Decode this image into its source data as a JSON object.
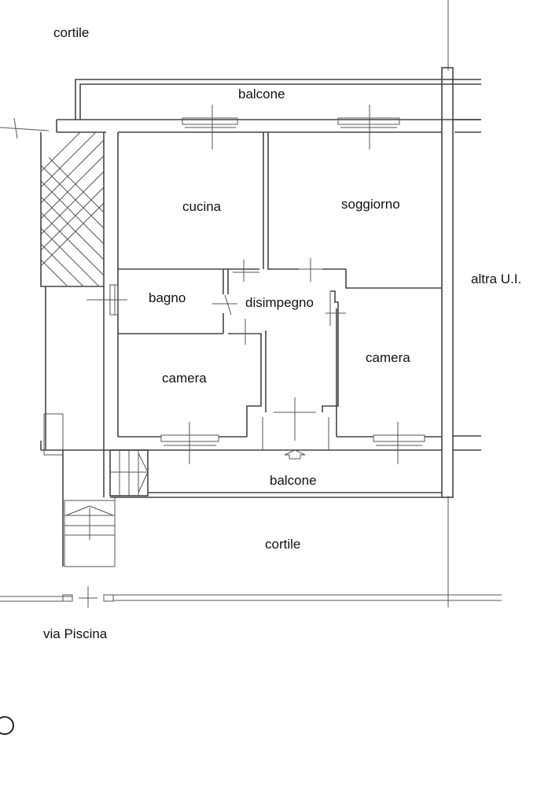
{
  "labels": {
    "cortile_top": "cortile",
    "balcone_top": "balcone",
    "cucina": "cucina",
    "soggiorno": "soggiorno",
    "altra_ui": "altra U.I.",
    "bagno": "bagno",
    "disimpegno": "disimpegno",
    "camera_left": "camera",
    "camera_right": "camera",
    "balcone_bottom": "balcone",
    "cortile_bottom": "cortile",
    "street": "via Piscina"
  }
}
